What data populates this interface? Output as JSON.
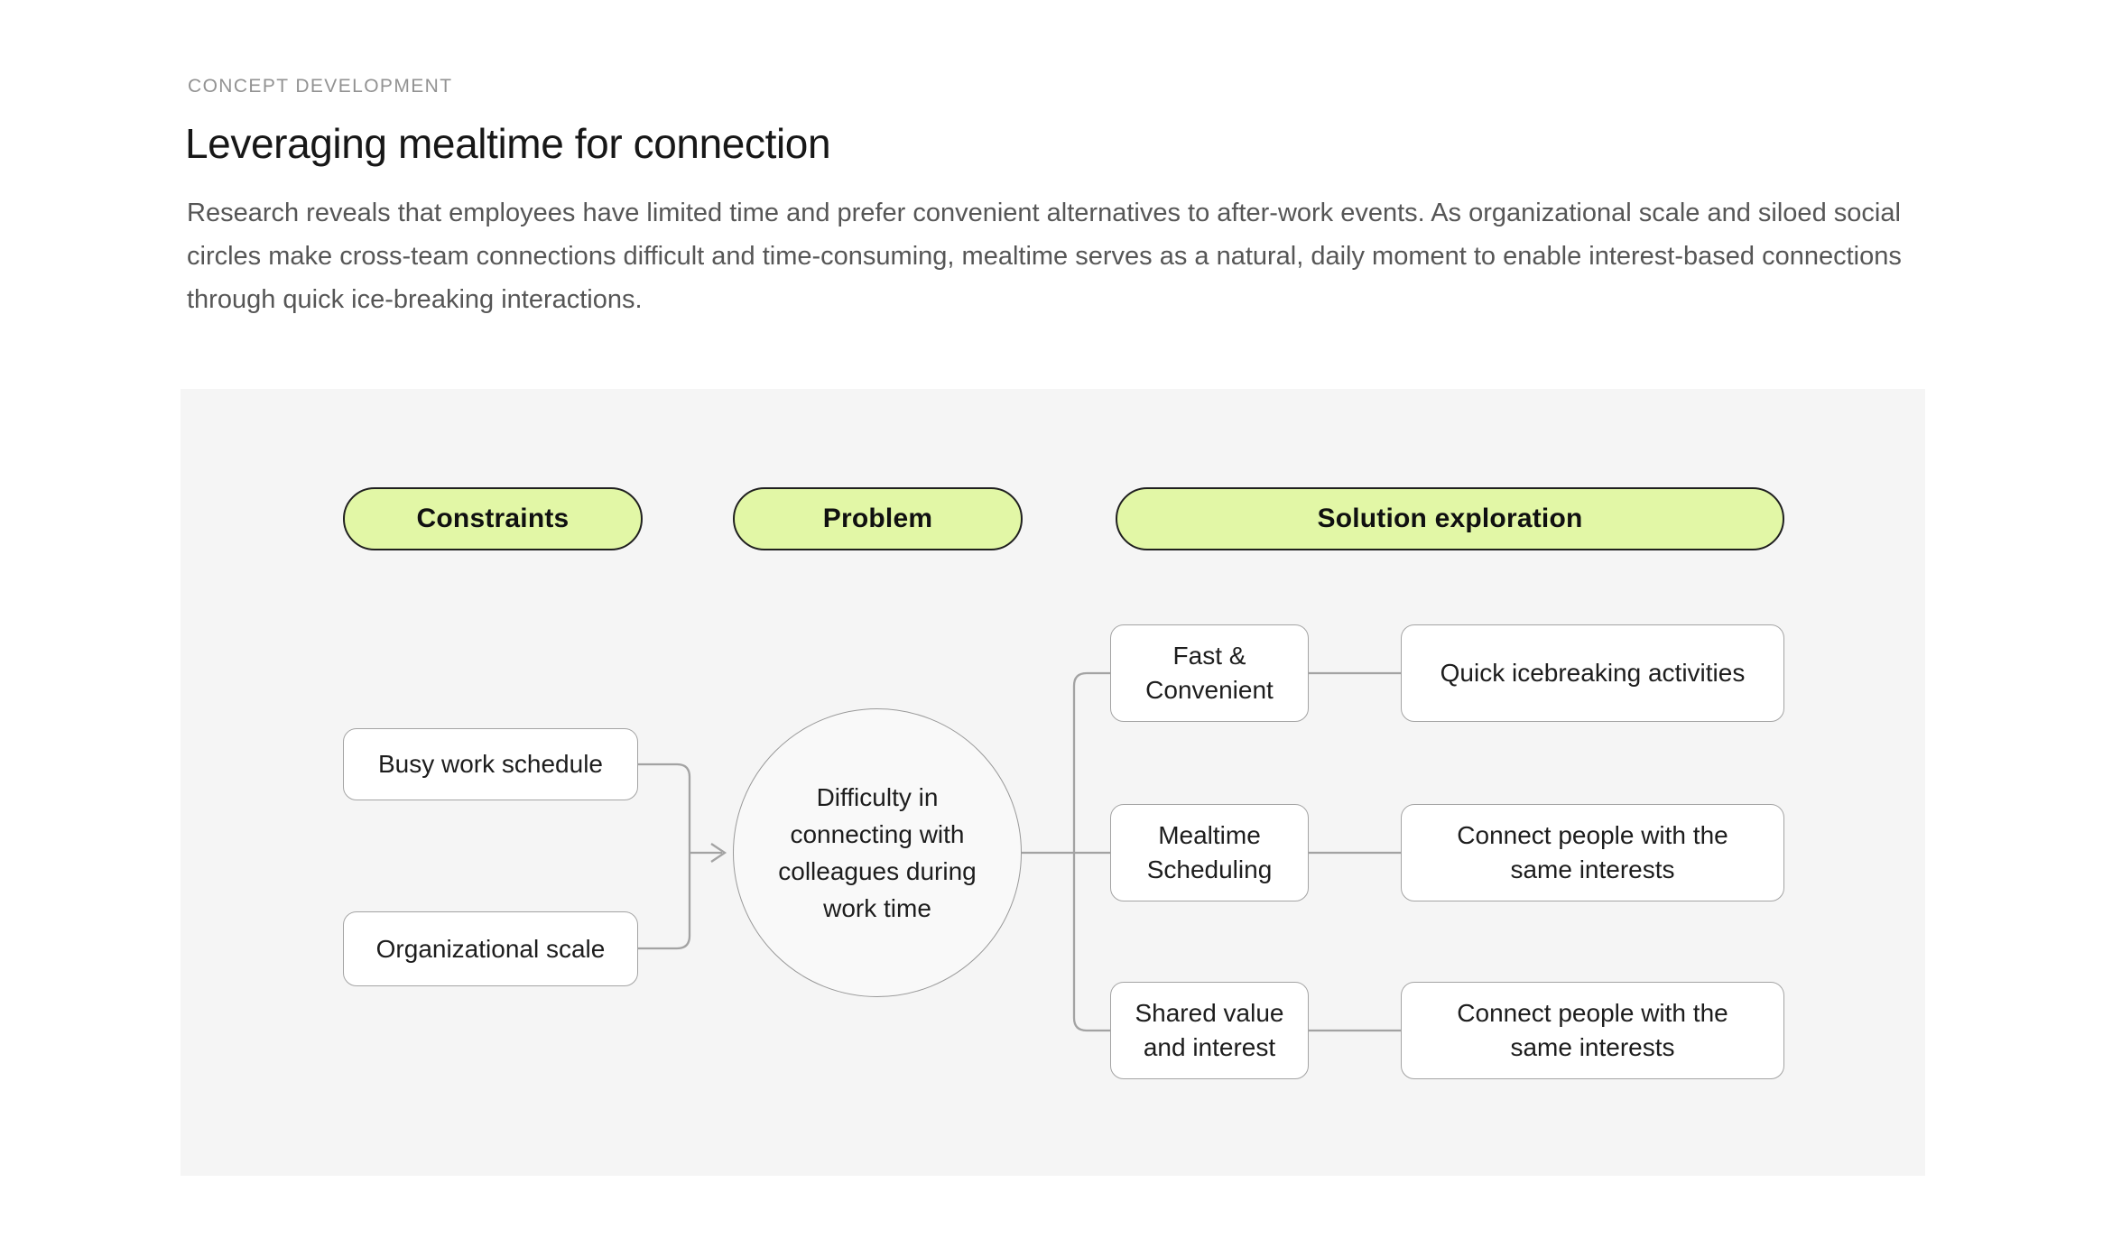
{
  "page": {
    "eyebrow": "CONCEPT DEVELOPMENT",
    "title": "Leveraging mealtime for connection",
    "description": "Research reveals that employees have limited time and prefer convenient alternatives to after-work events. As organizational scale and siloed social circles make cross-team connections difficult and time-consuming, mealtime serves as a natural, daily moment to enable interest-based connections through quick ice-breaking interactions."
  },
  "colors": {
    "page_bg": "#ffffff",
    "panel_bg": "#f5f5f5",
    "pill_fill": "#e2f7a6",
    "pill_border": "#1f1f1f",
    "node_fill": "#ffffff",
    "node_border": "#a4a4a4",
    "connector": "#a3a3a3",
    "title_text": "#171717",
    "body_text": "#565656",
    "eyebrow_text": "#929292"
  },
  "diagram": {
    "column_headers": [
      {
        "label": "Constraints"
      },
      {
        "label": "Problem"
      },
      {
        "label": "Solution exploration"
      }
    ],
    "constraints": [
      {
        "label": "Busy work schedule"
      },
      {
        "label": "Organizational scale"
      }
    ],
    "problem": {
      "label": "Difficulty in connecting with colleagues during work time",
      "lines": [
        "Difficulty in",
        "connecting with",
        "colleagues during",
        "work time"
      ]
    },
    "solutions": [
      {
        "theme": "Fast & Convenient",
        "theme_lines": [
          "Fast &",
          "Convenient"
        ],
        "idea": "Quick icebreaking activities",
        "idea_lines": [
          "Quick icebreaking activities"
        ]
      },
      {
        "theme": "Mealtime Scheduling",
        "theme_lines": [
          "Mealtime",
          "Scheduling"
        ],
        "idea": "Connect people with the same interests",
        "idea_lines": [
          "Connect people with the",
          "same interests"
        ]
      },
      {
        "theme": "Shared value and interest",
        "theme_lines": [
          "Shared value",
          "and interest"
        ],
        "idea": "Connect people with the same interests",
        "idea_lines": [
          "Connect people with the",
          "same interests"
        ]
      }
    ]
  }
}
